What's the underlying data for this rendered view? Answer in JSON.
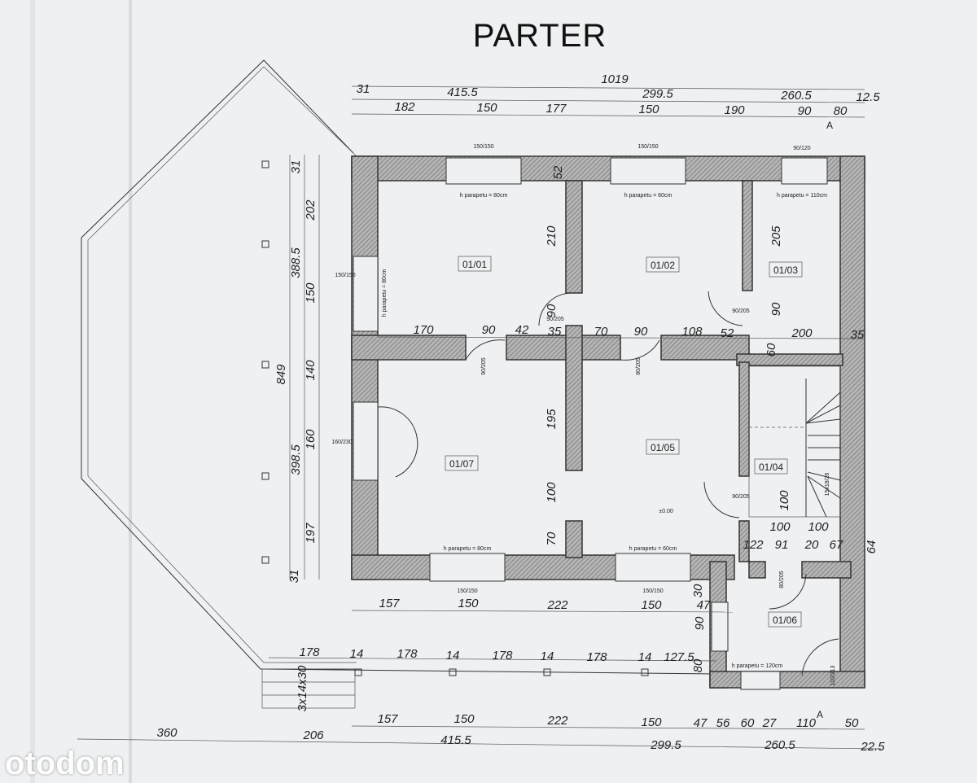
{
  "title": "PARTER",
  "watermark": "otodom",
  "rooms": [
    "01/01",
    "01/02",
    "01/03",
    "01/04",
    "01/05",
    "01/06",
    "01/07"
  ],
  "top_dims": {
    "overall": "1019",
    "row2": [
      "31",
      "415.5",
      "299.5",
      "260.5",
      "12.5"
    ],
    "row3": [
      "182",
      "150",
      "177",
      "150",
      "190",
      "90",
      "80"
    ]
  },
  "left_dims": {
    "overall": "849",
    "row2": [
      "31",
      "388.5",
      "398.5",
      "31"
    ],
    "row3": [
      "202",
      "150",
      "140",
      "160",
      "197"
    ]
  },
  "inner_dims": {
    "mid_row": [
      "170",
      "90",
      "42",
      "35",
      "70",
      "90",
      "108",
      "52",
      "200",
      "35"
    ],
    "vertical": [
      "52",
      "210",
      "90",
      "195",
      "100",
      "70",
      "205",
      "90",
      "60",
      "100"
    ],
    "stairs": [
      "100",
      "100",
      "122",
      "91",
      "20",
      "67",
      "64"
    ],
    "lower_left": [
      "30",
      "47",
      "90",
      "80"
    ]
  },
  "bottom_dims": {
    "row1": [
      "157",
      "150",
      "222",
      "150"
    ],
    "terrace": [
      "178",
      "14",
      "178",
      "14",
      "178",
      "14",
      "178",
      "14",
      "127.5"
    ],
    "steps": "3x14x30",
    "row2": [
      "157",
      "150",
      "222",
      "150",
      "47",
      "56",
      "60",
      "27",
      "110",
      "50"
    ],
    "row3": [
      "360",
      "206",
      "415.5",
      "299.5",
      "260.5",
      "22.5"
    ]
  },
  "openings": {
    "door_90_205": "90/205",
    "door_80_205": "80/205",
    "door_160_230": "160/230",
    "door_110_213": "110/213",
    "window_150_150": "150/150",
    "window_90_120": "90/120",
    "stair_spec": "15x18/26",
    "sill_80": "h parapetu = 80cm",
    "sill_60": "h parapetu = 60cm",
    "sill_110": "h parapetu = 110cm",
    "sill_120": "h parapetu = 120cm",
    "level": "±0.00",
    "section": "A"
  },
  "colors": {
    "wall_fill": "#9a9a9a",
    "line": "#333333",
    "paper": "#eef0f2"
  }
}
